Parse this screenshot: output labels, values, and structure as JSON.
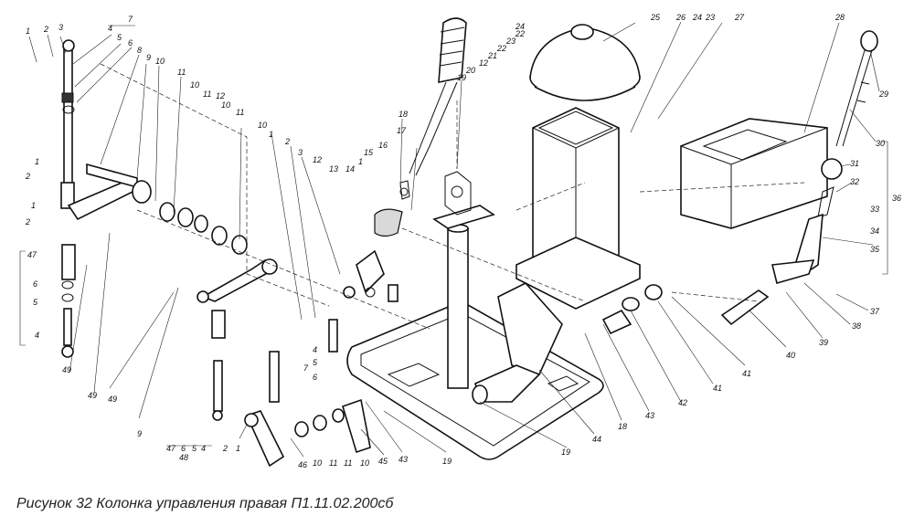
{
  "caption": "Рисунок 32 Колонка управления правая П1.11.02.200сб",
  "labels": {
    "l1a": "1",
    "l2a": "2",
    "l3a": "3",
    "l7": "7",
    "l4a": "4",
    "l5a": "5",
    "l6a": "6",
    "l8": "8",
    "l9a": "9",
    "l10a": "10",
    "l11a": "11",
    "l10b": "10",
    "l11b": "11",
    "l12a": "12",
    "l10c": "10",
    "l11c": "11",
    "l10d": "10",
    "l1b": "1",
    "l2b": "2",
    "l1c": "1",
    "l2c": "2",
    "l47a": "47",
    "l6b": "6",
    "l5b": "5",
    "l4b": "4",
    "l49a": "49",
    "l49b": "49",
    "l1d": "1",
    "l2d": "2",
    "l3b": "3",
    "l12b": "12",
    "l13": "13",
    "l14": "14",
    "l1e": "1",
    "l15": "15",
    "l16": "16",
    "l17": "17",
    "l18a": "18",
    "l19a": "19",
    "l20": "20",
    "l12c": "12",
    "l21": "21",
    "l22a": "22",
    "l23a": "23",
    "l22b": "22",
    "l24a": "24",
    "l25": "25",
    "l26": "26",
    "l24b": "24",
    "l23b": "23",
    "l27": "27",
    "l28": "28",
    "l29": "29",
    "l30": "30",
    "l31": "31",
    "l32": "32",
    "l36": "36",
    "l33": "33",
    "l34": "34",
    "l35": "35",
    "l37": "37",
    "l38": "38",
    "l39": "39",
    "l40": "40",
    "l41a": "41",
    "l41b": "41",
    "l42": "42",
    "l43a": "43",
    "l18b": "18",
    "l44": "44",
    "l19b": "19",
    "l19c": "19",
    "l43b": "43",
    "l45": "45",
    "l10e": "10",
    "l11d": "11",
    "l11e": "11",
    "l10f": "10",
    "l46": "46",
    "l1f": "1",
    "l2e": "2",
    "l47b": "47",
    "l6c": "6",
    "l5c": "5",
    "l4c": "4",
    "l48": "48",
    "l9b": "9",
    "l49c": "49",
    "l4d": "4",
    "l5d": "5",
    "l7b": "7",
    "l6d": "6"
  }
}
